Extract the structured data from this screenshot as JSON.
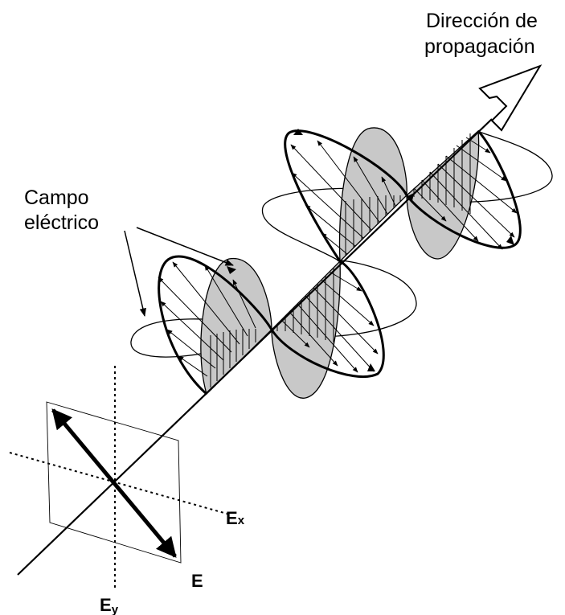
{
  "labels": {
    "direction_line1": "Dirección de",
    "direction_line2": "propagación",
    "field_line1": "Campo",
    "field_line2": "eléctrico",
    "e": "E",
    "ex_main": "E",
    "ex_sub": "x",
    "ey_main": "E",
    "ey_sub": "y"
  },
  "colors": {
    "ink": "#000000",
    "shade": "#c8c8c8",
    "background": "#ffffff"
  }
}
